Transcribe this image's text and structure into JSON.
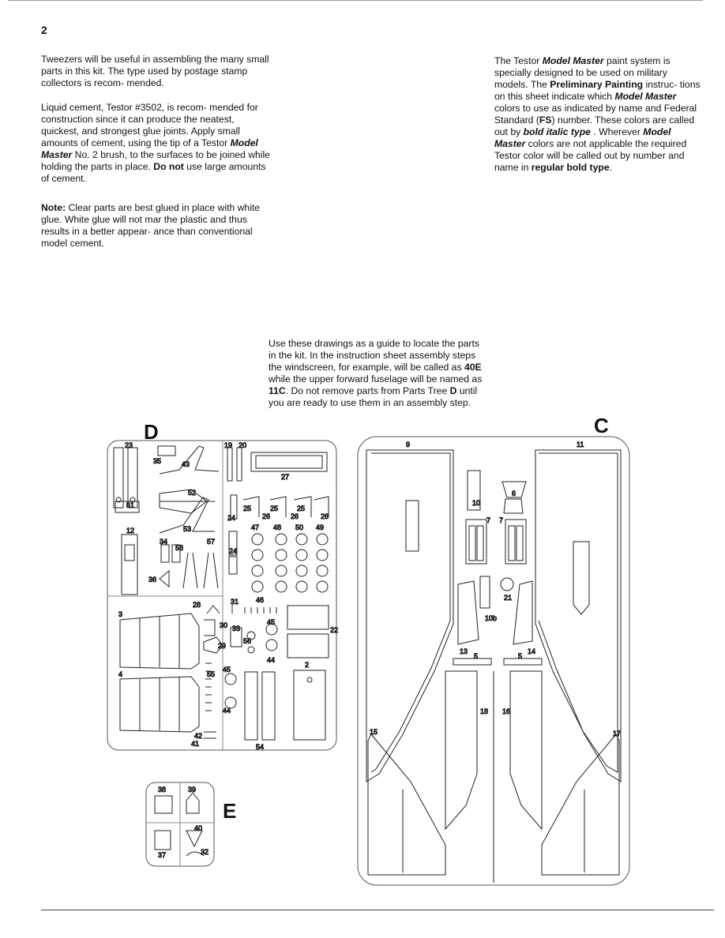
{
  "page": {
    "number": "2"
  },
  "left_column": {
    "p1": "Tweezers will be useful in assembling the many small parts in this kit.  The type used by postage stamp collectors is recom- mended.",
    "p2_a": "Liquid cement, Testor #3502, is recom- mended for construction since it can produce the neatest, quickest, and strongest glue joints.  Apply small amounts of cement, using the tip of a Testor ",
    "p2_brand": "Model Master",
    "p2_b": " No. 2 brush, to the surfaces to be joined while holding the parts in place.  ",
    "p2_donot": "Do not",
    "p2_c": " use large amounts of cement.",
    "note_label": "Note:",
    "note_text": " Clear parts are best glued in place with white glue.  White glue will not mar the plastic and thus results in a better appear- ance than conventional model cement."
  },
  "right_column": {
    "a": "The Testor ",
    "brand1": "Model Master",
    "b": " paint system is specially designed to be used on military models.  The ",
    "prelim": "Preliminary Painting",
    "c": " instruc- tions on this sheet indicate which ",
    "brand2": "Model Master",
    "d": " colors to use as indicated by name and Federal Standard (",
    "fs": "FS",
    "e": ") number.  These colors are called out by ",
    "bit": "bold italic type",
    "f": " .  Wherever ",
    "brand3": "Model Master",
    "g": " colors are not applicable the required Testor color will be called out by number and name in ",
    "reg": "regular bold type",
    "h": "."
  },
  "middle_note": {
    "a": "Use these drawings as a guide to locate the parts in the kit.  In the instruction sheet assembly steps the windscreen, for example, will be called as ",
    "p40e": "40E",
    "b": " while the upper forward fuselage will be named as ",
    "p11c": "11C",
    "c": ".  Do not remove parts from Parts Tree ",
    "treeD": "D",
    "d": " until you are ready to use them in an assembly step."
  },
  "trees": {
    "d_letter": "D",
    "c_letter": "C",
    "e_letter": "E",
    "d_parts": [
      "23",
      "35",
      "43",
      "19",
      "20",
      "27",
      "51",
      "52",
      "25",
      "25",
      "25",
      "26",
      "26",
      "26",
      "24",
      "12",
      "53",
      "34",
      "58",
      "57",
      "47",
      "48",
      "50",
      "49",
      "24",
      "36",
      "28",
      "31",
      "46",
      "3",
      "30",
      "33",
      "45",
      "22",
      "29",
      "56",
      "55",
      "44",
      "2",
      "45",
      "4",
      "44",
      "42",
      "41",
      "54"
    ],
    "c_parts": [
      "9",
      "11",
      "10",
      "6",
      "7",
      "7",
      "21",
      "10b",
      "13",
      "5",
      "5",
      "14",
      "18",
      "16",
      "15",
      "17"
    ],
    "e_parts": [
      "38",
      "39",
      "40",
      "37",
      "32"
    ]
  }
}
